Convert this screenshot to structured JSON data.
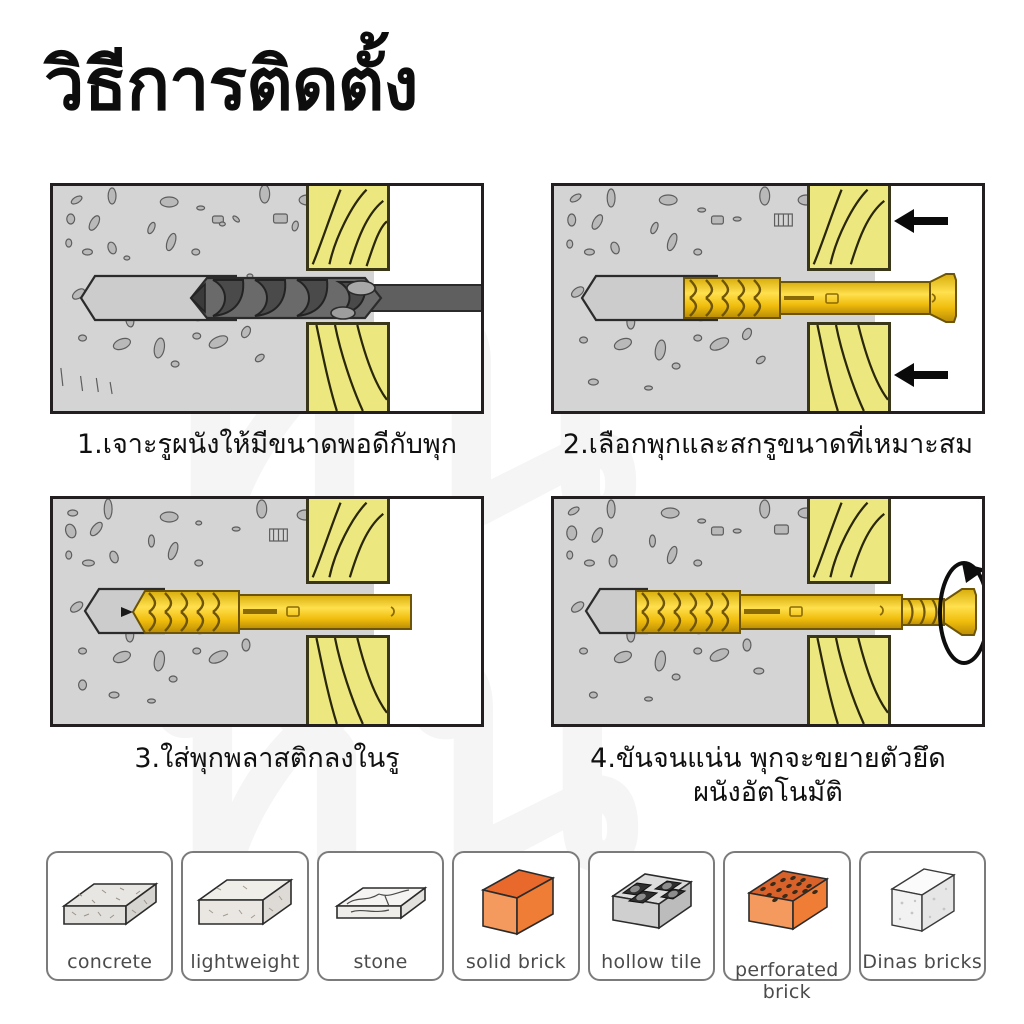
{
  "page": {
    "title": "วิธีการติดตั้ง",
    "watermark_text": "หน",
    "background_color": "#ffffff"
  },
  "colors": {
    "wall_gray": "#d4d4d4",
    "wood_yellow": "#ece87f",
    "anchor_yellow": "#f0c91a",
    "drill_gray": "#5b5b5b",
    "outline": "#231f20",
    "brick_orange": "#ef7d35",
    "card_border": "#7b7b7b",
    "label_gray": "#4b4b4b"
  },
  "steps": [
    {
      "number": "1",
      "caption": "1.เจาะรูผนังให้มีขนาดพอดีกับพุก",
      "scene": "drill-bit-boring-hole",
      "has_arrows": false
    },
    {
      "number": "2",
      "caption": "2.เลือกพุกและสกรูขนาดที่เหมาะสม",
      "scene": "anchor-and-screw-selection",
      "has_arrows": true,
      "arrow_direction": "left"
    },
    {
      "number": "3",
      "caption": "3.ใส่พุกพลาสติกลงในรู",
      "scene": "anchor-inserted-into-hole",
      "has_arrows": false
    },
    {
      "number": "4",
      "caption_line1": "4.ขันจนแน่น พุกจะขยายตัวยึด",
      "caption_line2": "ผนังอัตโนมัติ",
      "scene": "screw-tightened-anchor-expands",
      "has_arrows": true,
      "arrow_direction": "rotate"
    }
  ],
  "materials": [
    {
      "label": "concrete",
      "shape": "slab",
      "color": "#e8e6e2"
    },
    {
      "label": "lightweight",
      "shape": "block",
      "color": "#eceae6"
    },
    {
      "label": "stone",
      "shape": "flat-stone",
      "color": "#f2f1ef"
    },
    {
      "label": "solid brick",
      "shape": "solid-brick",
      "color": "#ef7d35"
    },
    {
      "label": "hollow tile",
      "shape": "hollow-tile",
      "color": "#cfcfcf"
    },
    {
      "label": "perforated",
      "label_line2": "brick",
      "shape": "perforated-brick",
      "color": "#ef7d35"
    },
    {
      "label": "Dinas bricks",
      "shape": "dinas-brick",
      "color": "#f4f4f4"
    }
  ]
}
